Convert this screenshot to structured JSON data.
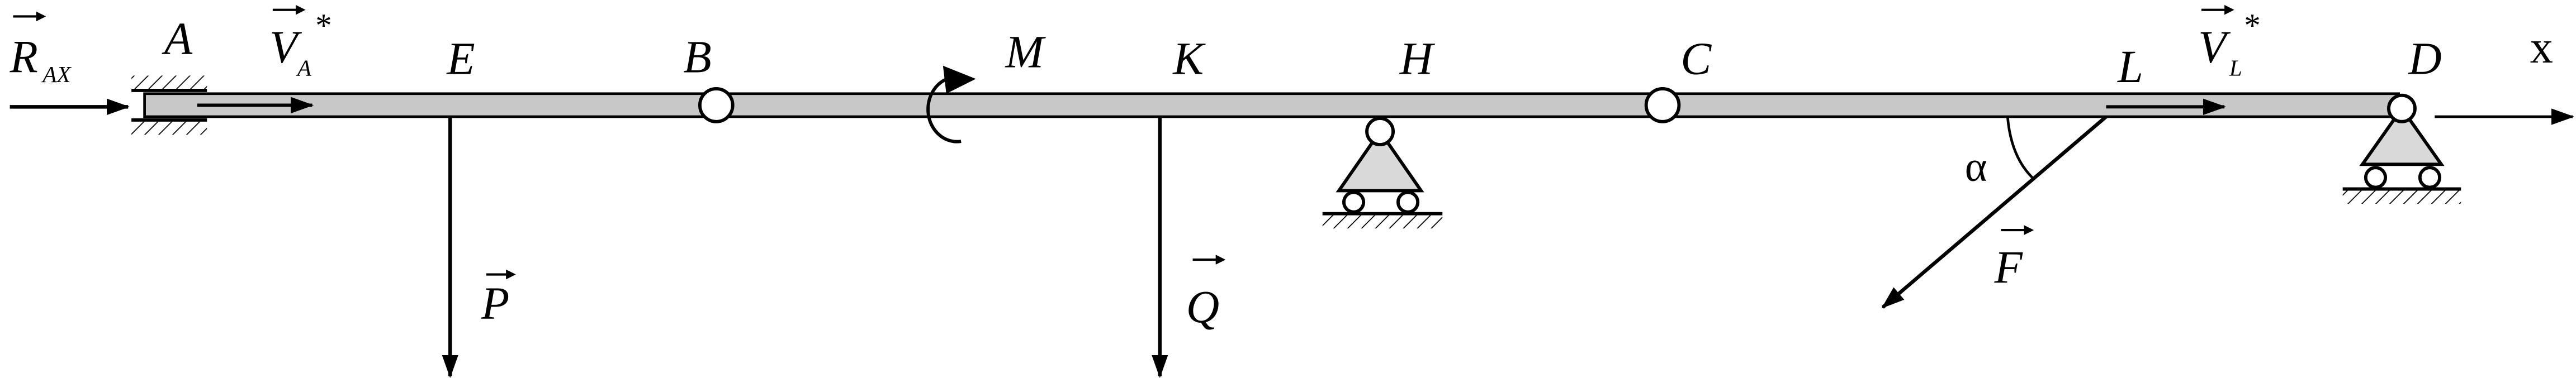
{
  "colors": {
    "ink": "#000000",
    "beam_fill": "#c8c8c8",
    "support_fill": "#d9d9d9",
    "background": "#ffffff"
  },
  "labels": {
    "point_A": "A",
    "point_E": "E",
    "point_B": "B",
    "point_M": "M",
    "point_K": "K",
    "point_H": "H",
    "point_C": "C",
    "point_L": "L",
    "point_D": "D",
    "axis_x": "x",
    "angle_alpha": "α",
    "force_R": "R",
    "force_R_sub": "AX",
    "force_VA": "V",
    "force_VA_sub": "A",
    "force_VL": "V",
    "force_VL_sub": "L",
    "star": "*",
    "force_P": "P",
    "force_Q": "Q",
    "force_F": "F"
  }
}
